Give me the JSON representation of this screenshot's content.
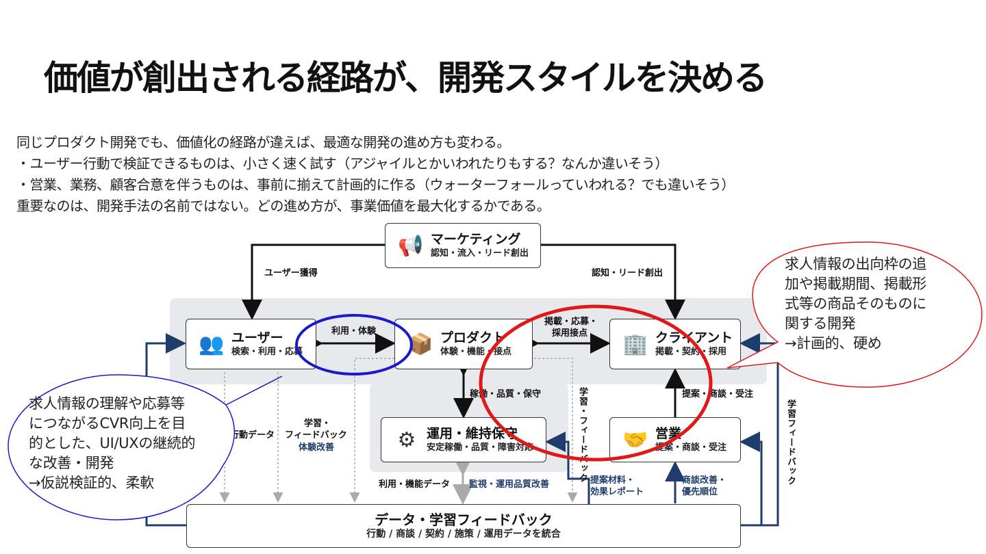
{
  "title": "価値が創出される経路が、開発スタイルを決める",
  "intro": [
    "同じプロダクト開発でも、価値化の経路が違えば、最適な開発の進め方も変わる。",
    "・ユーザー行動で検証できるものは、小さく速く試す（アジャイルとかいわれたりもする？なんか違いそう）",
    "・営業、業務、顧客合意を伴うものは、事前に揃えて計画的に作る（ウォーターフォールっていわれる？でも違いそう）",
    "重要なのは、開発手法の名前ではない。どの進め方が、事業価値を最大化するかである。"
  ],
  "nodes": {
    "marketing": {
      "title": "マーケティング",
      "sub": "認知・流入・リード創出",
      "icon": "megaphone-icon"
    },
    "user": {
      "title": "ユーザー",
      "sub": "検索・利用・応募",
      "icon": "users-icon"
    },
    "product": {
      "title": "プロダクト",
      "sub": "体験・機能・接点",
      "icon": "box-icon"
    },
    "client": {
      "title": "クライアント",
      "sub": "掲載・契約・採用",
      "icon": "building-icon"
    },
    "ops": {
      "title": "運用・維持保守",
      "sub": "安定稼働・品質・障害対応",
      "icon": "gear-icon"
    },
    "sales": {
      "title": "営業",
      "sub": "提案・商談・受注",
      "icon": "handshake-icon"
    },
    "data": {
      "title": "データ・学習フィードバック",
      "sub": "行動 / 商談 / 契約 / 施策 / 運用データを統合"
    }
  },
  "edges": {
    "user_acq": "ユーザー獲得",
    "awareness_lead": "認知・リード創出",
    "use_exp": "利用・体験",
    "post_apply": "掲載・応募・",
    "hire_touch": "採用接点",
    "operation_quality": "稼働・品質・保守",
    "proposal_deal": "提案・商談・受注",
    "behavior_data": "行動データ",
    "learn_fb_1": "学習・",
    "learn_fb_2": "フィードバック",
    "exp_improve": "体験改善",
    "learn_fb_vertical": "学習・フィードバック",
    "usage_data": "利用・機能データ",
    "monitor_improve": "監視・運用品質改善",
    "proposal_material_1": "提案材料・",
    "proposal_material_2": "効果レポート",
    "deal_improve_1": "商談改善・",
    "deal_improve_2": "優先順位",
    "learn_fb_right": "学習フィードバック"
  },
  "notes": {
    "left": [
      "求人情報の理解や応募等",
      "につながるCVR向上を目",
      "的とした、UI/UXの継続的",
      "な改善・開発",
      "→仮説検証的、柔軟"
    ],
    "right": [
      "求人情報の出向枠の追",
      "加や掲載期間、掲載形",
      "式等の商品そのものに",
      "関する開発",
      "→計画的、硬め"
    ]
  },
  "colors": {
    "blue_note": "#1a1acc",
    "red_note": "#e01818",
    "dark_navy": "#1f3d6b",
    "panel_gray": "#e8e9ec"
  }
}
